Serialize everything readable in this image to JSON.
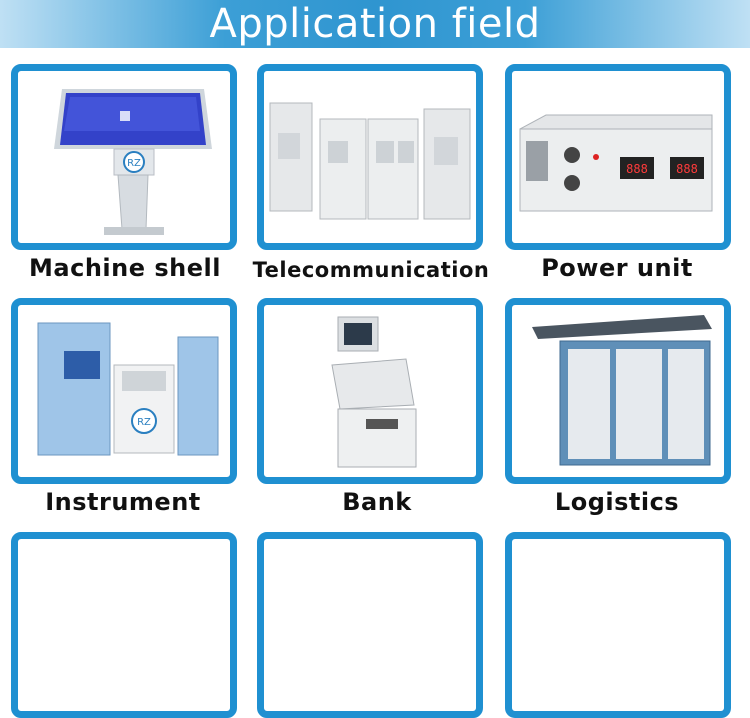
{
  "header": {
    "title": "Application field"
  },
  "items": [
    {
      "label": "Machine shell",
      "icon": "kiosk-machine-icon"
    },
    {
      "label": "Telecommunication",
      "icon": "telecom-cabinet-icon"
    },
    {
      "label": "Power unit",
      "icon": "power-supply-unit-icon"
    },
    {
      "label": "Instrument",
      "icon": "instrument-cabinet-icon"
    },
    {
      "label": "Bank",
      "icon": "atm-bank-machine-icon"
    },
    {
      "label": "Logistics",
      "icon": "parcel-locker-icon"
    }
  ],
  "colors": {
    "accent": "#1f90d1",
    "header_blue": "#2f95d0"
  }
}
